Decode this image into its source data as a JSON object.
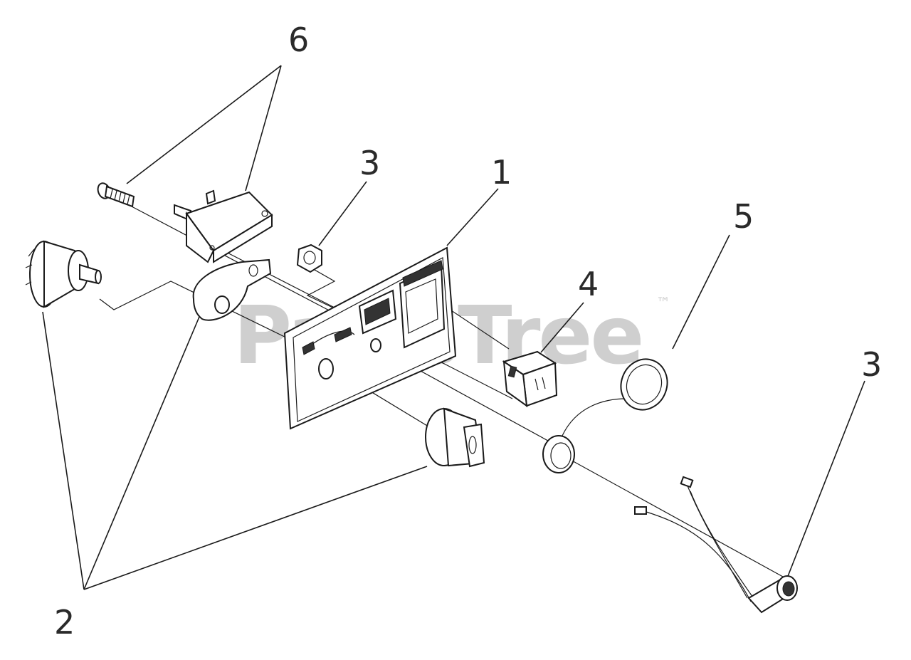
{
  "watermark": {
    "brand": "PartsTree",
    "trademark": "™"
  },
  "callouts": {
    "c1": "1",
    "c2": "2",
    "c3a": "3",
    "c3b": "3",
    "c4": "4",
    "c5": "5",
    "c6": "6"
  },
  "colors": {
    "line": "#1a1a1a",
    "watermark": "#cfcfcf",
    "background": "#ffffff"
  }
}
